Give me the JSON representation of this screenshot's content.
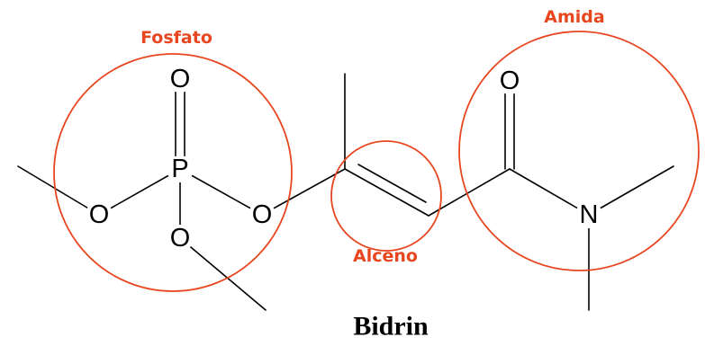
{
  "molecule": {
    "name": "Bidrin",
    "atoms": {
      "o_phosphoryl": "O",
      "p": "P",
      "o_left": "O",
      "o_right": "O",
      "o_bottom": "O",
      "o_carbonyl": "O",
      "n_amide": "N"
    }
  },
  "groups": {
    "phosphate": {
      "label": "Fosfato"
    },
    "alkene": {
      "label": "Alceno"
    },
    "amide": {
      "label": "Amida"
    }
  },
  "colors": {
    "highlight": "#e8461f",
    "bond": "#000000",
    "background": "#ffffff"
  }
}
